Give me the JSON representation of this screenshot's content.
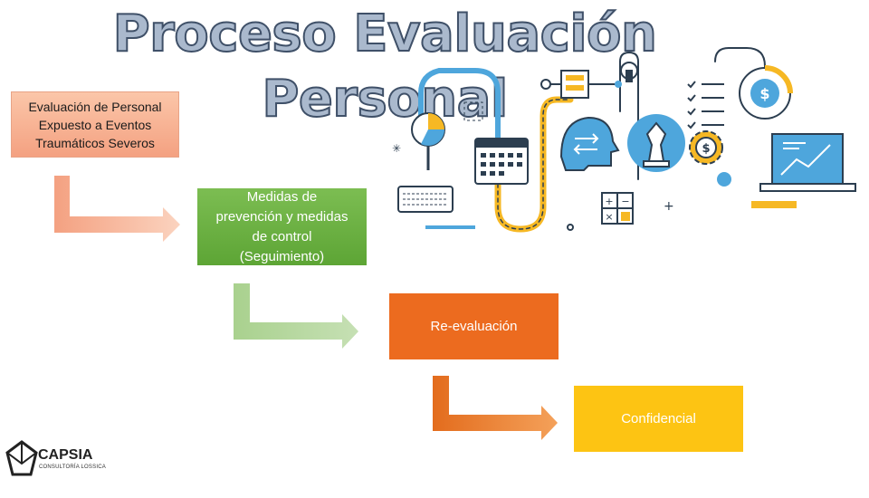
{
  "title": "Proceso Evaluación Personal",
  "steps": [
    {
      "label": "Evaluación de Personal Expuesto a Eventos Traumáticos Severos",
      "lines": [
        "Evaluación de Personal",
        "Expuesto a Eventos",
        "Traumáticos Severos"
      ],
      "color": "#f4a181"
    },
    {
      "label": "Medidas de prevención y medidas de control (Seguimiento)",
      "lines": [
        "Medidas de",
        "prevención y medidas",
        "de control",
        "(Seguimiento)"
      ],
      "color": "#6aab3f"
    },
    {
      "label": "Re-evaluación",
      "lines": [
        "Re-evaluación"
      ],
      "color": "#ec6b1f"
    },
    {
      "label": "Confidencial",
      "lines": [
        "Confidencial"
      ],
      "color": "#fdc413"
    }
  ],
  "logo": {
    "name": "CAPSIA",
    "subtitle": "CONSULTORÍA LOSSICA"
  },
  "illustration": {
    "icons": [
      "pie-chart-icon",
      "keyboard-icon",
      "calendar-icon",
      "head-arrows-icon",
      "chess-icon",
      "gear-dollar-icon",
      "checklist-icon",
      "laptop-chart-icon",
      "calculator-icon",
      "flowchart-icon",
      "lock-icon"
    ]
  }
}
